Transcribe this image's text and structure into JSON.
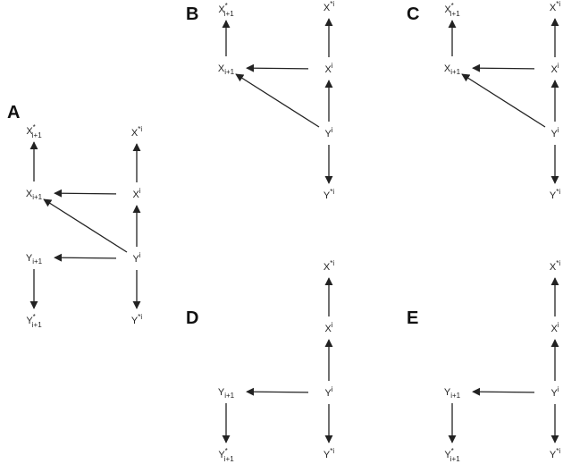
{
  "panels": [
    {
      "id": "A",
      "label": "A",
      "nodes": {
        "x_star_next": {
          "main": "X",
          "sup": "*",
          "sub": "i+1"
        },
        "x_next": {
          "main": "X",
          "sup": "",
          "sub": "i+1"
        },
        "y_next": {
          "main": "Y",
          "sup": "",
          "sub": "i+1"
        },
        "y_star_next": {
          "main": "Y",
          "sup": "*",
          "sub": "i+1"
        },
        "x_star_i": {
          "main": "X",
          "sup": "*i",
          "sub": ""
        },
        "x_i": {
          "main": "X",
          "sup": "i",
          "sub": ""
        },
        "y_i": {
          "main": "Y",
          "sup": "i",
          "sub": ""
        },
        "y_star_i": {
          "main": "Y",
          "sup": "*i",
          "sub": ""
        }
      },
      "edges": [
        [
          "x_next",
          "x_star_next"
        ],
        [
          "y_next",
          "y_star_next"
        ],
        [
          "x_i",
          "x_star_i"
        ],
        [
          "y_i",
          "x_i"
        ],
        [
          "y_i",
          "y_star_i"
        ],
        [
          "x_i",
          "x_next"
        ],
        [
          "y_i",
          "x_next"
        ],
        [
          "y_i",
          "y_next"
        ]
      ]
    },
    {
      "id": "B",
      "label": "B",
      "nodes": {
        "x_star_next": {
          "main": "X",
          "sup": "*",
          "sub": "i+1"
        },
        "x_next": {
          "main": "X",
          "sup": "",
          "sub": "i+1"
        },
        "x_star_i": {
          "main": "X",
          "sup": "*i",
          "sub": ""
        },
        "x_i": {
          "main": "X",
          "sup": "i",
          "sub": ""
        },
        "y_i": {
          "main": "Y",
          "sup": "i",
          "sub": ""
        },
        "y_star_i": {
          "main": "Y",
          "sup": "*i",
          "sub": ""
        }
      },
      "edges": [
        [
          "x_next",
          "x_star_next"
        ],
        [
          "x_i",
          "x_star_i"
        ],
        [
          "y_i",
          "x_i"
        ],
        [
          "y_i",
          "y_star_i"
        ],
        [
          "x_i",
          "x_next"
        ],
        [
          "y_i",
          "x_next"
        ]
      ]
    },
    {
      "id": "C",
      "label": "C",
      "nodes": {
        "x_star_next": {
          "main": "X",
          "sup": "*",
          "sub": "i+1"
        },
        "x_next": {
          "main": "X",
          "sup": "",
          "sub": "i+1"
        },
        "x_star_i": {
          "main": "X",
          "sup": "*i",
          "sub": ""
        },
        "x_i": {
          "main": "X",
          "sup": "i",
          "sub": ""
        },
        "y_i": {
          "main": "Y",
          "sup": "i",
          "sub": ""
        },
        "y_star_i": {
          "main": "Y",
          "sup": "*i",
          "sub": ""
        }
      },
      "edges": [
        [
          "x_next",
          "x_star_next"
        ],
        [
          "x_i",
          "x_star_i"
        ],
        [
          "y_i",
          "x_i"
        ],
        [
          "y_i",
          "y_star_i"
        ],
        [
          "x_i",
          "x_next"
        ],
        [
          "y_i",
          "x_next"
        ]
      ]
    },
    {
      "id": "D",
      "label": "D",
      "nodes": {
        "y_next": {
          "main": "Y",
          "sup": "",
          "sub": "i+1"
        },
        "y_star_next": {
          "main": "Y",
          "sup": "*",
          "sub": "i+1"
        },
        "x_star_i": {
          "main": "X",
          "sup": "*i",
          "sub": ""
        },
        "x_i": {
          "main": "X",
          "sup": "i",
          "sub": ""
        },
        "y_i": {
          "main": "Y",
          "sup": "i",
          "sub": ""
        },
        "y_star_i": {
          "main": "Y",
          "sup": "*i",
          "sub": ""
        }
      },
      "edges": [
        [
          "y_next",
          "y_star_next"
        ],
        [
          "x_i",
          "x_star_i"
        ],
        [
          "y_i",
          "x_i"
        ],
        [
          "y_i",
          "y_star_i"
        ],
        [
          "y_i",
          "y_next"
        ]
      ]
    },
    {
      "id": "E",
      "label": "E",
      "nodes": {
        "y_next": {
          "main": "Y",
          "sup": "",
          "sub": "i+1"
        },
        "y_star_next": {
          "main": "Y",
          "sup": "*",
          "sub": "i+1"
        },
        "x_star_i": {
          "main": "X",
          "sup": "*i",
          "sub": ""
        },
        "x_i": {
          "main": "X",
          "sup": "i",
          "sub": ""
        },
        "y_i": {
          "main": "Y",
          "sup": "i",
          "sub": ""
        },
        "y_star_i": {
          "main": "Y",
          "sup": "*i",
          "sub": ""
        }
      },
      "edges": [
        [
          "y_next",
          "y_star_next"
        ],
        [
          "x_i",
          "x_star_i"
        ],
        [
          "y_i",
          "x_i"
        ],
        [
          "y_i",
          "y_star_i"
        ],
        [
          "y_i",
          "y_next"
        ]
      ]
    }
  ]
}
